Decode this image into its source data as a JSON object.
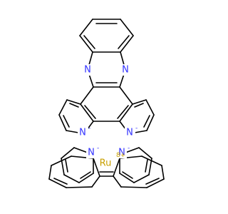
{
  "colors": {
    "bond": "#000000",
    "nitrogen": "#3333ff",
    "ruthenium": "#c8a000",
    "background": "#ffffff"
  },
  "labels": {
    "n_top_left": "N",
    "n_top_right": "N",
    "n_lower_left": "N",
    "n_lower_right": "N",
    "n_bipy_left": "N",
    "n_bipy_right": "N",
    "metal": "Ru",
    "metal_charge": "8+",
    "anion_charge": "-"
  }
}
